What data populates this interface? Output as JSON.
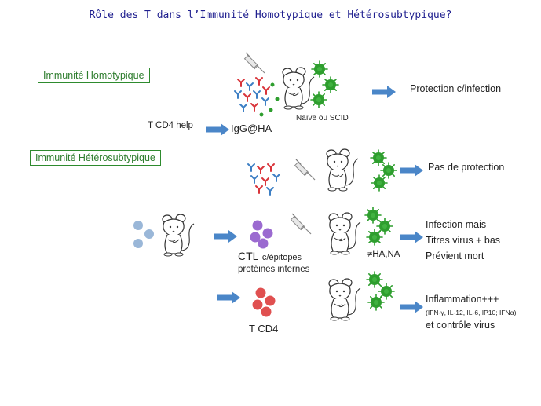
{
  "title": "Rôle des T dans l’Immunité Homotypique et Hétérosubtypique?",
  "homotypic": {
    "box_label": "Immunité Homotypique",
    "mouse_label": "Naïve ou SCID",
    "help_label": "T CD4 help",
    "antibody_label": "IgG@HA",
    "result": "Protection c/infection"
  },
  "heterosubtypic": {
    "box_label": "Immunité Hétérosubtypique",
    "row1_result": "Pas de protection",
    "ctl_label_main": "CTL",
    "ctl_label_rest": "c/épitopes",
    "ctl_label_line2": "protéines internes",
    "row2_mouse_label": "≠HA,NA",
    "row2_result": [
      "Infection mais",
      "Titres virus + bas",
      "Prévient mort"
    ],
    "tcd4_label": "T CD4",
    "row3_result_line1": "Inflammation+++",
    "row3_result_line2": "(IFN-γ, IL-12, IL-6, IP10; IFNα)",
    "row3_result_line3": "et contrôle virus"
  },
  "colors": {
    "title": "#1f1f8f",
    "box_border": "#2e8b2e",
    "arrow": "#4a86c8",
    "virus": "#2e9e2e",
    "ctl_cells": "#9b6ad0",
    "cd4_cells": "#e05050",
    "antibody_red": "#d9343a",
    "antibody_blue": "#3d7fc4"
  },
  "icons": [
    "mouse-icon",
    "syringe-icon",
    "virus-icon",
    "antibody-icon",
    "arrow-icon",
    "cell-icon"
  ]
}
